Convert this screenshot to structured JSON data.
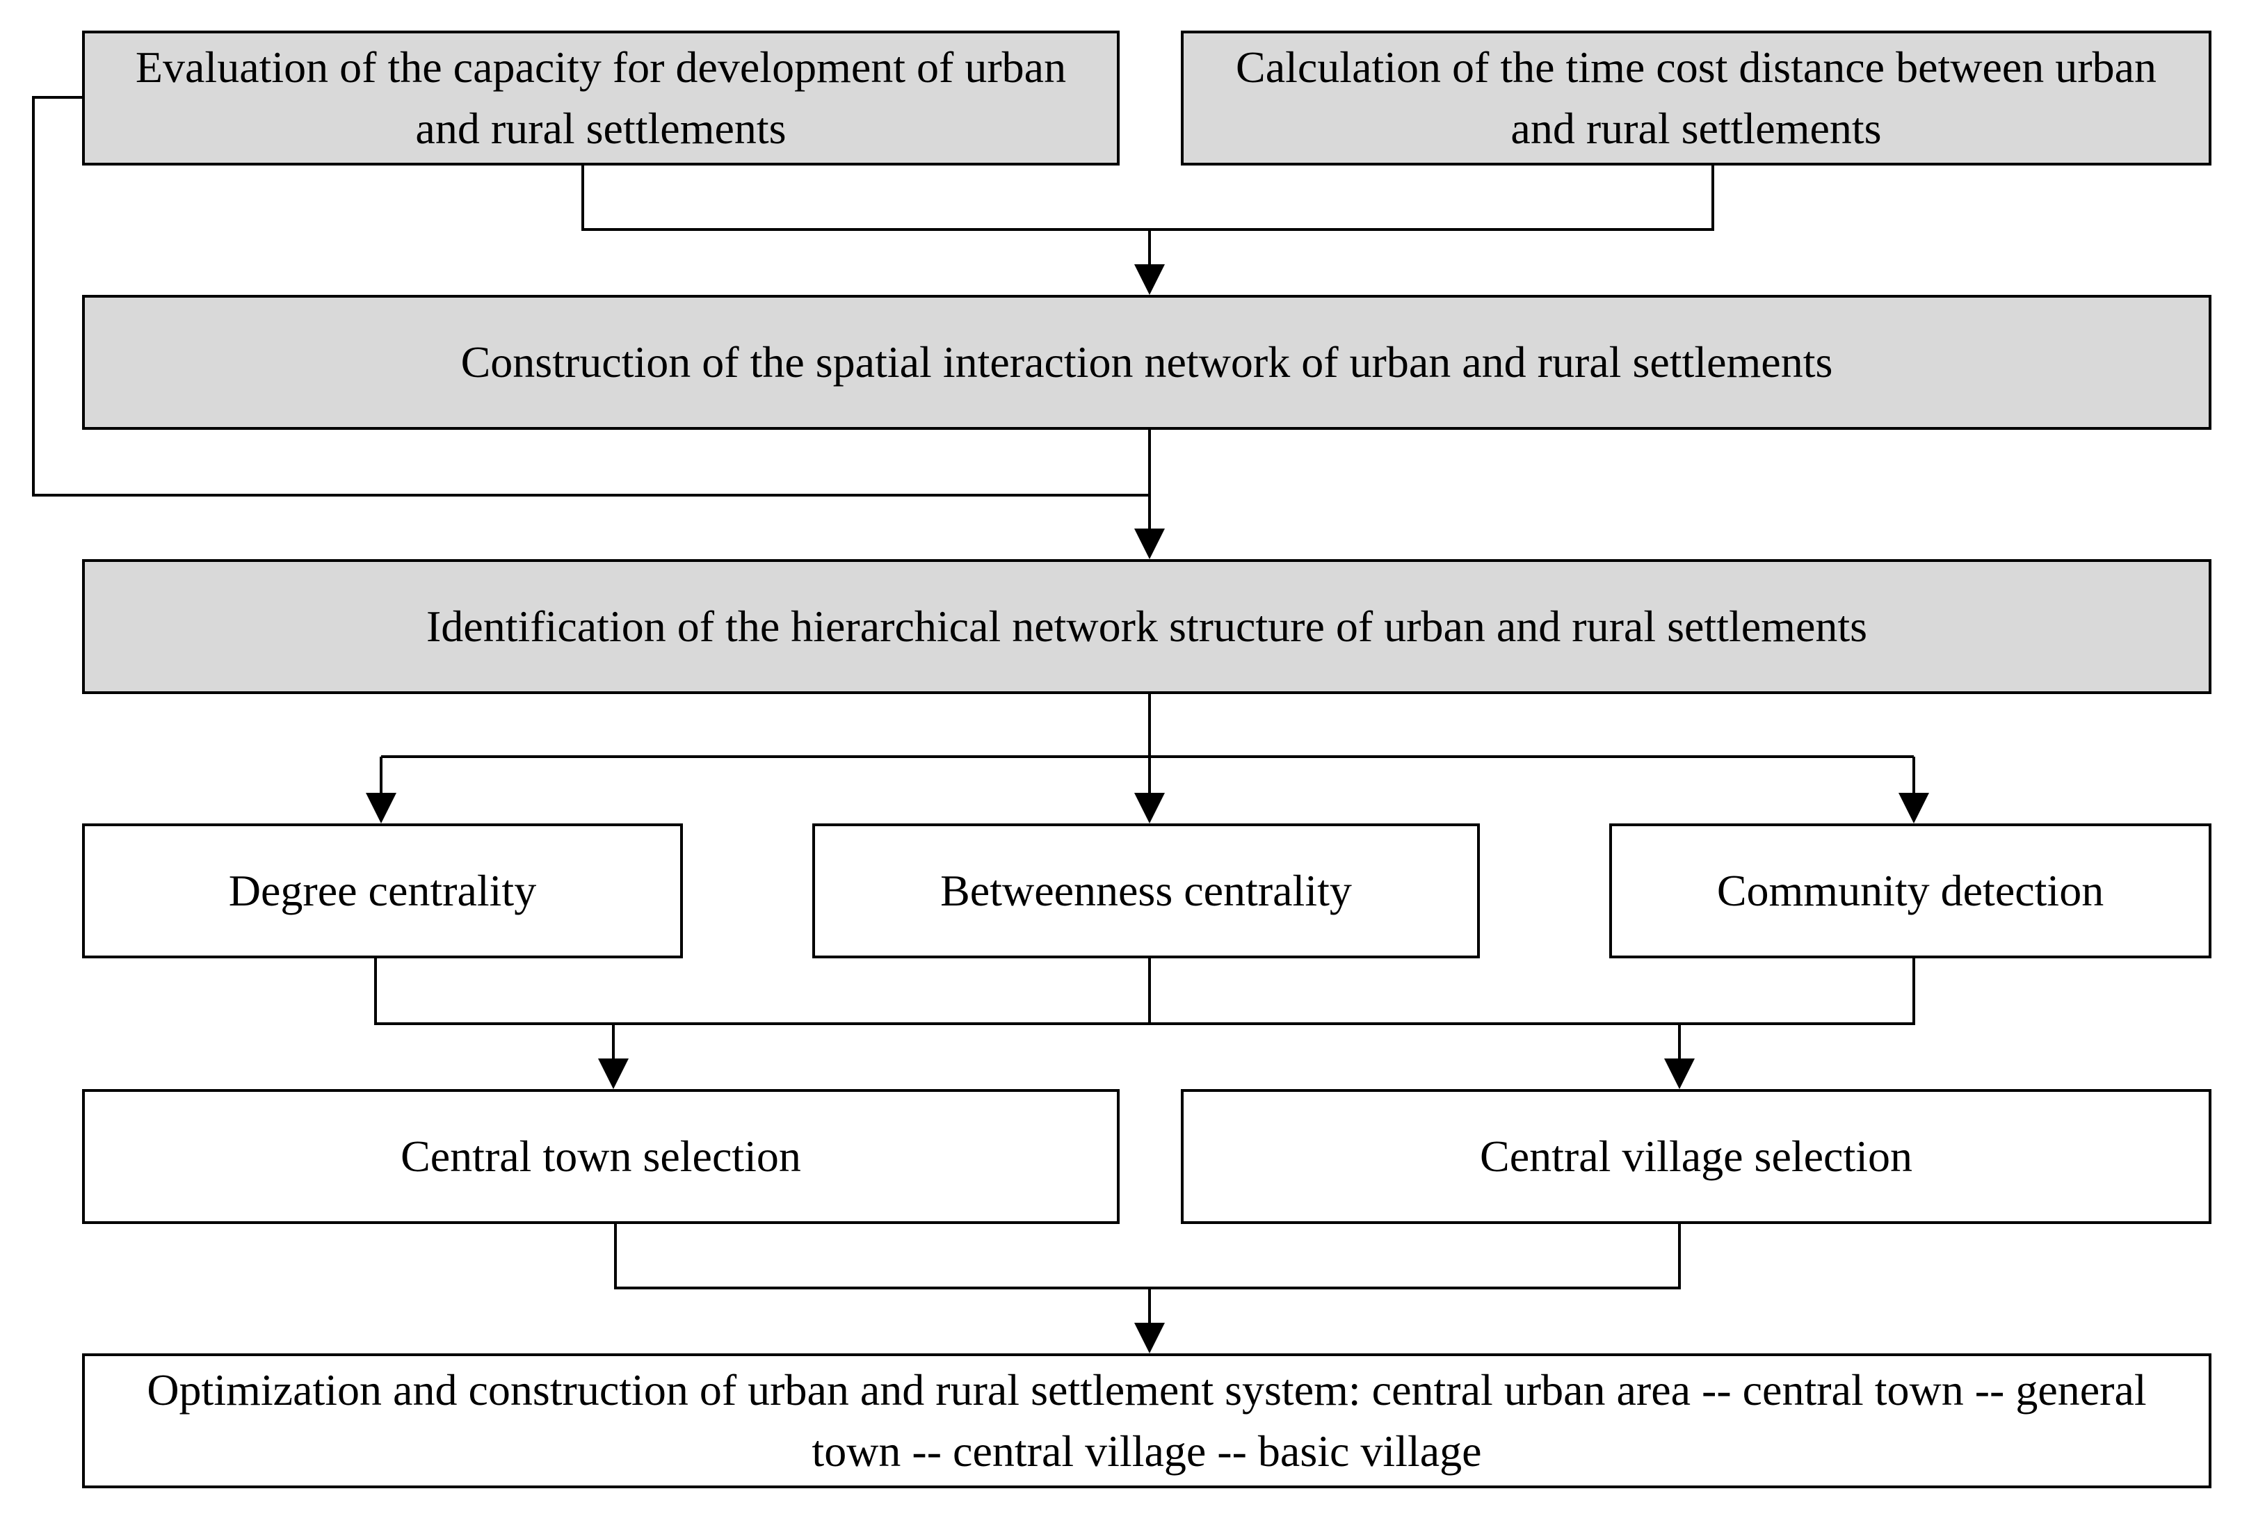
{
  "nodes": {
    "capacity": "Evaluation of the capacity for development of urban and rural settlements",
    "time_cost": "Calculation of the time cost distance between urban and rural settlements",
    "network": "Construction of the spatial interaction network of urban and rural settlements",
    "hierarchy": "Identification of the hierarchical network structure of urban and rural settlements",
    "degree": "Degree centrality",
    "betweenness": "Betweenness centrality",
    "community": "Community detection",
    "central_town": "Central town selection",
    "central_village": "Central village selection",
    "optimization": "Optimization and construction of  urban and rural settlement system: central urban area -- central town -- general town -- central village -- basic village"
  },
  "colors": {
    "filled_box": "#d9d9d9",
    "plain_box": "#ffffff",
    "line": "#000000"
  }
}
